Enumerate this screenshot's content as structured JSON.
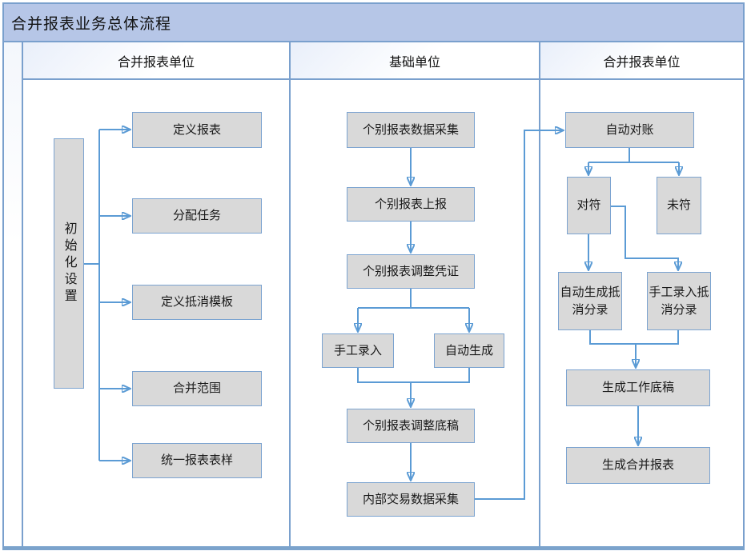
{
  "title": "合并报表业务总体流程",
  "lanes": [
    {
      "header": "合并报表单位"
    },
    {
      "header": "基础单位"
    },
    {
      "header": "合并报表单位"
    }
  ],
  "init_setup": {
    "root": "初始化设置",
    "items": [
      "定义报表",
      "分配任务",
      "定义抵消模板",
      "合并范围",
      "统一报表表样"
    ]
  },
  "base_unit_flow": {
    "steps": [
      "个别报表数据采集",
      "个别报表上报",
      "个别报表调整凭证"
    ],
    "branches": [
      "手工录入",
      "自动生成"
    ],
    "after_steps": [
      "个别报表调整底稿",
      "内部交易数据采集"
    ]
  },
  "consolidation_flow": {
    "start": "自动对账",
    "results": [
      "对符",
      "未符"
    ],
    "entry_modes": [
      "自动生成抵消分录",
      "手工录入抵消分录"
    ],
    "finals": [
      "生成工作底稿",
      "生成合并报表"
    ]
  },
  "colors": {
    "title_bar_bg": "#b6c6e7",
    "frame_border": "#7aa0cd",
    "node_fill": "#d9d9d9",
    "node_border": "#7ba3d0",
    "connector": "#5b9bd5",
    "text": "#1a1a1a"
  }
}
